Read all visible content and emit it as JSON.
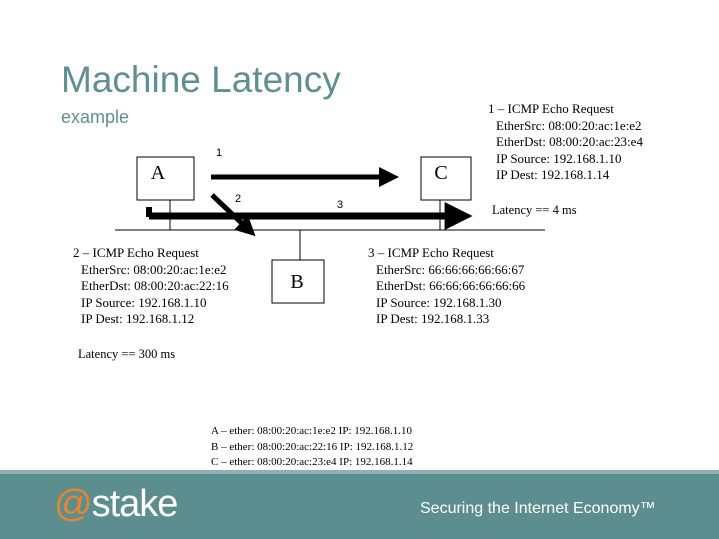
{
  "slide": {
    "title": "Machine Latency",
    "subtitle": "example"
  },
  "nodes": {
    "a_label": "A",
    "b_label": "B",
    "c_label": "C"
  },
  "flows": {
    "flow1_number": "1",
    "flow2_number": "2",
    "flow3_number": "3"
  },
  "packet1": {
    "title": "1 – ICMP Echo Request",
    "ether_src": "EtherSrc: 08:00:20:ac:1e:e2",
    "ether_dst": "EtherDst: 08:00:20:ac:23:e4",
    "ip_source": "IP Source: 192.168.1.10",
    "ip_dest": "IP Dest: 192.168.1.14",
    "latency": "Latency == 4 ms"
  },
  "packet2": {
    "title": "2 – ICMP Echo Request",
    "ether_src": "EtherSrc: 08:00:20:ac:1e:e2",
    "ether_dst": "EtherDst: 08:00:20:ac:22:16",
    "ip_source": "IP Source: 192.168.1.10",
    "ip_dest": "IP Dest: 192.168.1.12",
    "latency": "Latency == 300 ms"
  },
  "packet3": {
    "title": "3 – ICMP Echo Request",
    "ether_src": "EtherSrc: 66:66:66:66:66:67",
    "ether_dst": "EtherDst: 66:66:66:66:66:66",
    "ip_source": "IP Source: 192.168.1.30",
    "ip_dest": "IP Dest: 192.168.1.33"
  },
  "legend": {
    "a": "A – ether: 08:00:20:ac:1e:e2 IP: 192.168.1.10",
    "b": "B – ether: 08:00:20:ac:22:16 IP: 192.168.1.12",
    "c": "C – ether: 08:00:20:ac:23:e4 IP: 192.168.1.14"
  },
  "footer": {
    "logo_at": "@",
    "logo_text": "stake",
    "tagline": "Securing the Internet Economy™"
  },
  "colors": {
    "title": "#5f8f90",
    "footer_bg": "#5d8e8f",
    "logo_at": "#e8862b"
  }
}
